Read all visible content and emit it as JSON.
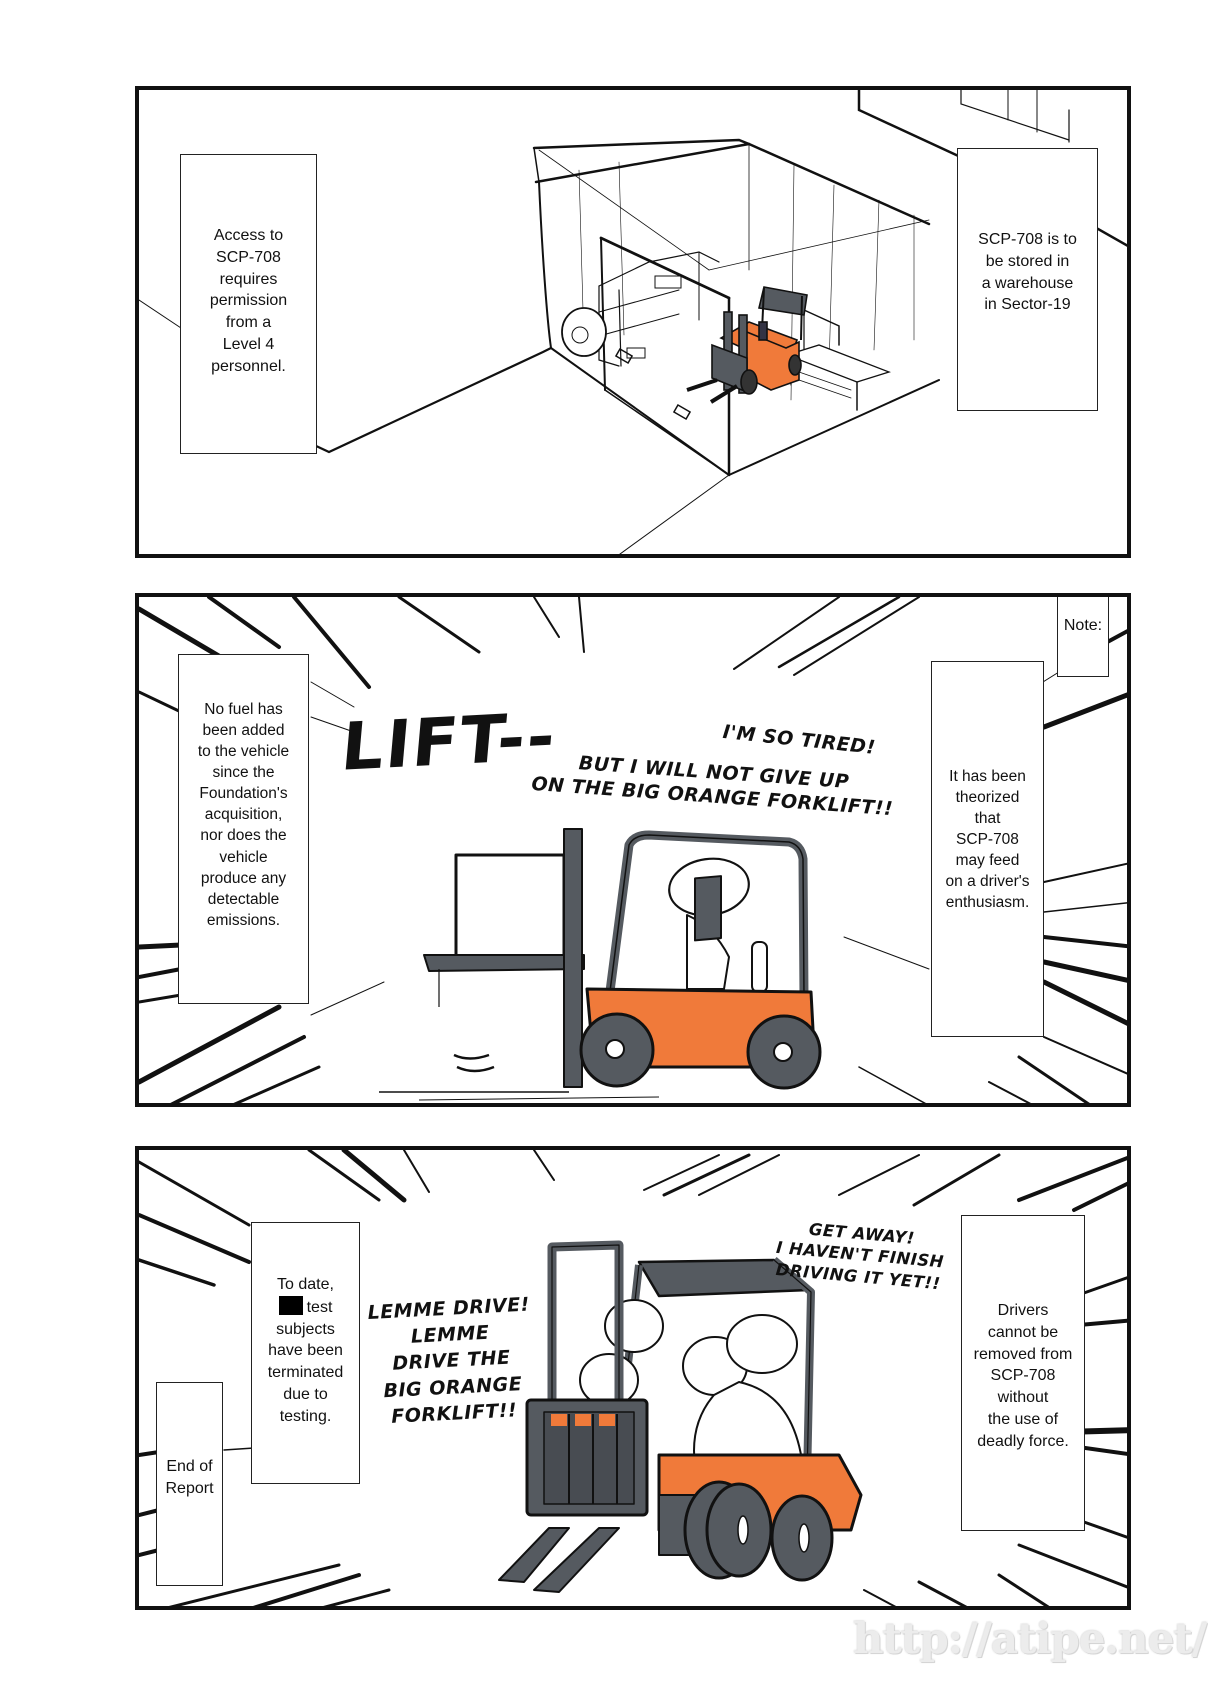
{
  "page": {
    "background": "#ffffff",
    "colors": {
      "forklift_orange": "#f07a3a",
      "forklift_grey": "#555a60",
      "ink": "#111111"
    }
  },
  "panel1": {
    "caption_left": "Access to\nSCP-708\nrequires\npermission\nfrom a\nLevel 4\npersonnel.",
    "caption_right": "SCP-708 is to\nbe stored in\na warehouse\nin Sector-19"
  },
  "panel2": {
    "note_label": "Note:",
    "caption_left": "No fuel has\nbeen added\nto the vehicle\nsince the\nFoundation's\nacquisition,\nnor does the\nvehicle\nproduce any\ndetectable\nemissions.",
    "caption_right": "It has been\ntheorized\nthat\nSCP-708\nmay feed\non a driver's\nenthusiasm.",
    "sfx_lift": "LIFT--",
    "speech_line1": "I'M SO TIRED!",
    "speech_line2": "BUT I WILL NOT GIVE UP\nON THE BIG ORANGE FORKLIFT!!"
  },
  "panel3": {
    "caption_testing_line1": "To date,",
    "caption_testing_redacted_suffix": "test",
    "caption_testing_rest": "subjects\nhave been\nterminated\ndue to\ntesting.",
    "caption_end": "End of\nReport",
    "speech_left": "LEMME DRIVE!\nLEMME\nDRIVE THE\nBIG ORANGE\nFORKLIFT!!",
    "speech_right": "GET AWAY!\nI HAVEN'T FINISH\nDRIVING IT YET!!",
    "caption_right": "Drivers\ncannot be\nremoved from\nSCP-708\nwithout\nthe use of\ndeadly force."
  },
  "watermark": "http://atipe.net/"
}
